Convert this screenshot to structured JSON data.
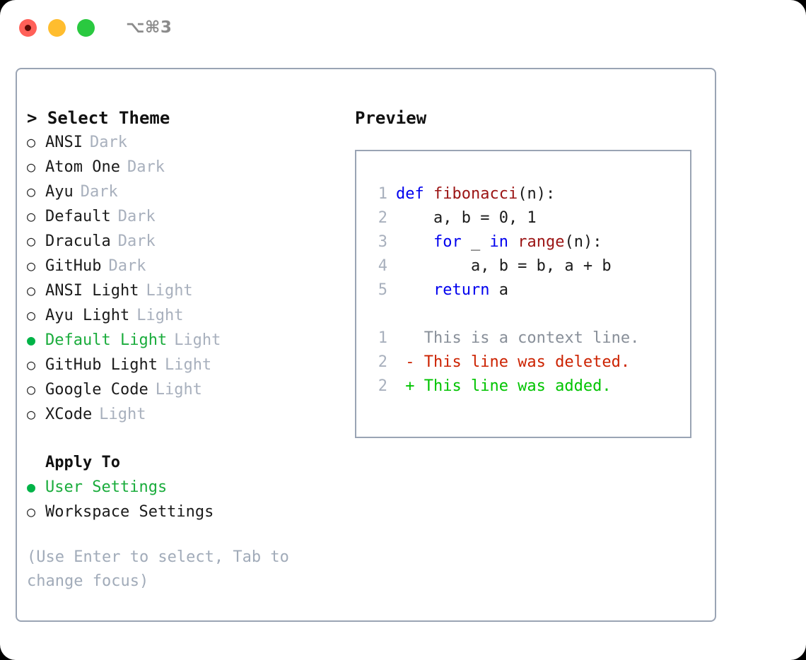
{
  "window": {
    "shortcut": "⌥⌘3",
    "traffic_lights": [
      {
        "name": "close",
        "color": "#ff6058"
      },
      {
        "name": "minimize",
        "color": "#ffbd2e"
      },
      {
        "name": "maximize",
        "color": "#2ac940"
      }
    ],
    "border_color": "#9aa4b4"
  },
  "theme_picker": {
    "heading": "> Select Theme",
    "marker_unselected": "○",
    "marker_selected": "●",
    "accent_color": "#1aac3c",
    "suffix_color": "#a8b0bd",
    "items": [
      {
        "label": "ANSI",
        "suffix": "Dark",
        "selected": false
      },
      {
        "label": "Atom One",
        "suffix": "Dark",
        "selected": false
      },
      {
        "label": "Ayu",
        "suffix": "Dark",
        "selected": false
      },
      {
        "label": "Default",
        "suffix": "Dark",
        "selected": false
      },
      {
        "label": "Dracula",
        "suffix": "Dark",
        "selected": false
      },
      {
        "label": "GitHub",
        "suffix": "Dark",
        "selected": false
      },
      {
        "label": "ANSI Light",
        "suffix": "Light",
        "selected": false
      },
      {
        "label": "Ayu Light",
        "suffix": "Light",
        "selected": false
      },
      {
        "label": "Default Light",
        "suffix": "Light",
        "selected": true
      },
      {
        "label": "GitHub Light",
        "suffix": "Light",
        "selected": false
      },
      {
        "label": "Google Code",
        "suffix": "Light",
        "selected": false
      },
      {
        "label": "XCode",
        "suffix": "Light",
        "selected": false
      }
    ]
  },
  "apply_to": {
    "heading": "Apply To",
    "items": [
      {
        "label": "User Settings",
        "selected": true
      },
      {
        "label": "Workspace Settings",
        "selected": false
      }
    ]
  },
  "hint": "(Use Enter to select, Tab to change focus)",
  "preview": {
    "title": "Preview",
    "code": [
      {
        "lineno": "1",
        "tokens": [
          {
            "text": "def ",
            "kind": "kw"
          },
          {
            "text": "fibonacci",
            "kind": "fn"
          },
          {
            "text": "(n):",
            "kind": "plain"
          }
        ]
      },
      {
        "lineno": "2",
        "tokens": [
          {
            "text": "    a, b = 0, 1",
            "kind": "plain"
          }
        ]
      },
      {
        "lineno": "3",
        "tokens": [
          {
            "text": "    ",
            "kind": "plain"
          },
          {
            "text": "for",
            "kind": "kw"
          },
          {
            "text": " _ ",
            "kind": "plain"
          },
          {
            "text": "in",
            "kind": "kw"
          },
          {
            "text": " ",
            "kind": "plain"
          },
          {
            "text": "range",
            "kind": "fn"
          },
          {
            "text": "(n):",
            "kind": "plain"
          }
        ]
      },
      {
        "lineno": "4",
        "tokens": [
          {
            "text": "        a, b = b, a + b",
            "kind": "plain"
          }
        ]
      },
      {
        "lineno": "5",
        "tokens": [
          {
            "text": "    ",
            "kind": "plain"
          },
          {
            "text": "return",
            "kind": "kw"
          },
          {
            "text": " a",
            "kind": "plain"
          }
        ]
      }
    ],
    "diff": [
      {
        "lineno": "1",
        "sign": " ",
        "text": "This is a context line.",
        "kind": "ctx"
      },
      {
        "lineno": "2",
        "sign": "-",
        "text": "This line was deleted.",
        "kind": "del"
      },
      {
        "lineno": "2",
        "sign": "+",
        "text": "This line was added.",
        "kind": "add"
      }
    ],
    "colors": {
      "keyword": "#0000ee",
      "function": "#9b1414",
      "plain": "#1b1b1b",
      "lineno": "#a8b0bd",
      "diff_context": "#888f99",
      "diff_deleted": "#cc2200",
      "diff_added": "#00c400"
    }
  }
}
